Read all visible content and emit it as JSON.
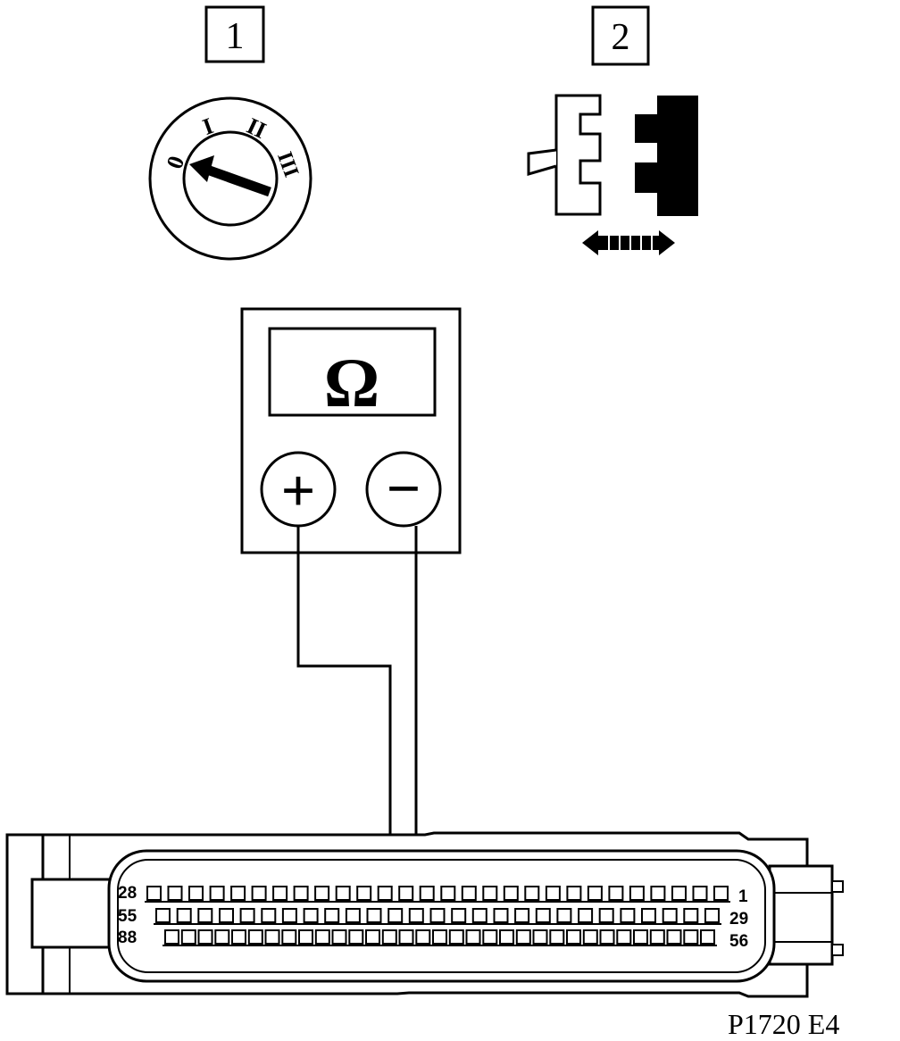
{
  "step_labels": {
    "step1": "1",
    "step2": "2"
  },
  "ignition": {
    "positions": [
      "0",
      "I",
      "II",
      "III"
    ]
  },
  "meter": {
    "symbol": "Ω",
    "plus": "+",
    "minus": "−"
  },
  "ecu": {
    "rows": [
      {
        "left": "28",
        "right": "1",
        "pins": 28
      },
      {
        "left": "55",
        "right": "29",
        "pins": 27
      },
      {
        "left": "88",
        "right": "56",
        "pins": 33
      }
    ]
  },
  "code": "P1720 E4",
  "colors": {
    "ink": "#000000",
    "paper": "#ffffff"
  }
}
